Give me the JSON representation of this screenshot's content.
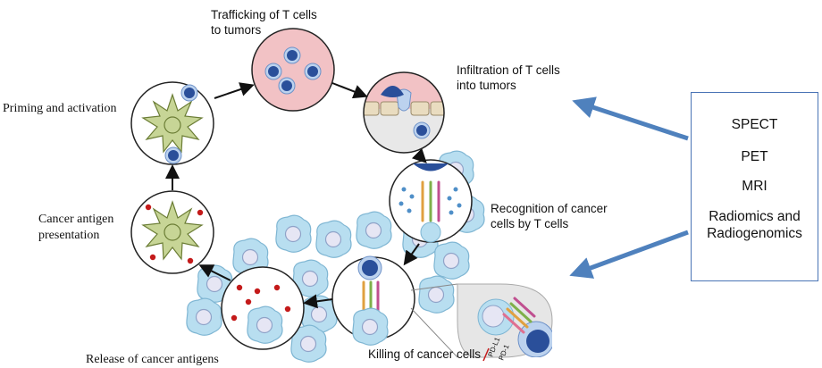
{
  "steps": {
    "trafficking": "Trafficking of T cells\nto tumors",
    "infiltration": "Infiltration of T cells\ninto tumors",
    "recognition": "Recognition of cancer\ncells by T cells",
    "killing": "Killing of cancer cells",
    "release": "Release of cancer antigens",
    "presentation": "Cancer antigen\npresentation",
    "priming": "Priming and activation"
  },
  "imaging_modalities": [
    "SPECT",
    "PET",
    "MRI",
    "Radiomics and Radiogenomics"
  ],
  "inset_labels": {
    "pdl1": "PD-L1",
    "pd1": "PD-1"
  },
  "colors": {
    "circle_border": "#222222",
    "trafficking_fill": "#f2c2c5",
    "tcell_core": "#2a4f9a",
    "tcell_ring": "#bcd2ee",
    "cancer_cell_fill": "#b8def0",
    "cancer_cell_nucleus": "#e6e6f4",
    "dendritic_fill": "#c7d596",
    "antigen_red": "#c41a1a",
    "arrow_blue": "#4f81bd",
    "imaging_box_border": "#4a74b5"
  }
}
